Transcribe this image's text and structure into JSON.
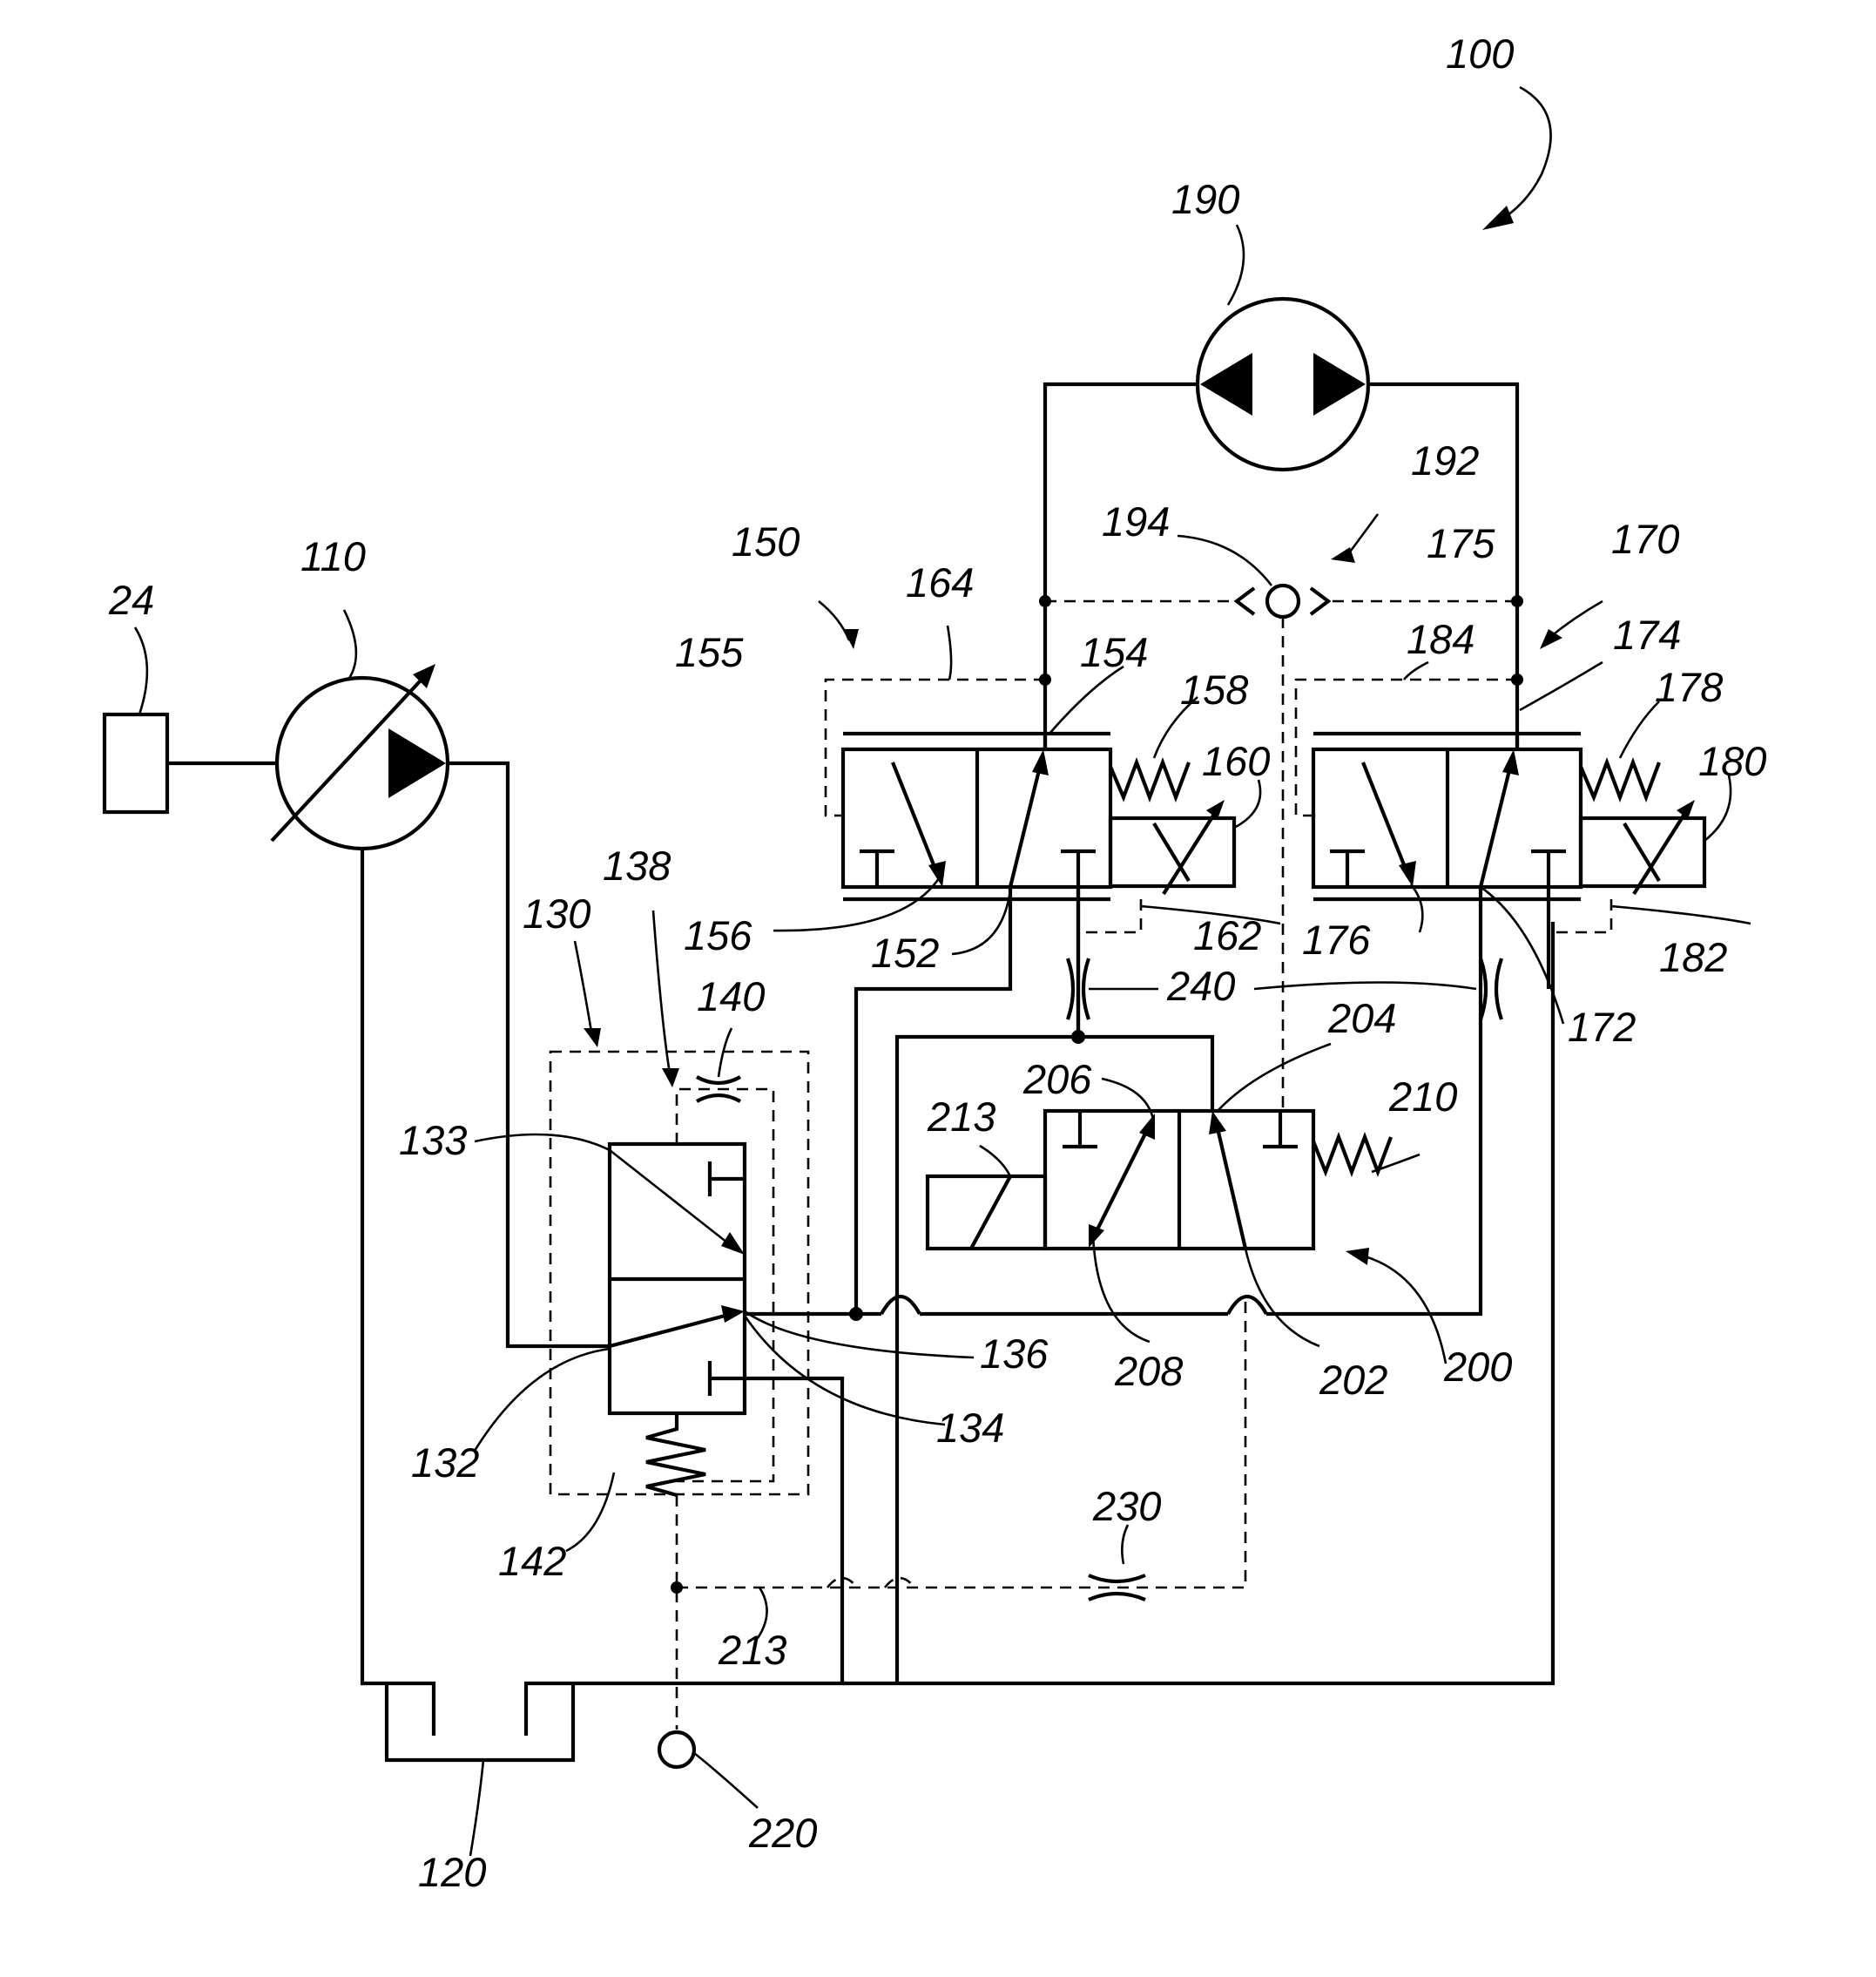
{
  "figure_ref": "100",
  "components": {
    "prime_mover": "24",
    "pump": "110",
    "tank": "120",
    "pressure_valve": "130",
    "pressure_valve_ports": [
      "132",
      "133",
      "134",
      "136"
    ],
    "pilot_line_138": "138",
    "orifice_140": "140",
    "spring_142": "142",
    "valve_150": "150",
    "valve_150_parts": [
      "152",
      "154",
      "155",
      "156",
      "158",
      "160",
      "162",
      "164"
    ],
    "valve_170": "170",
    "valve_170_parts": [
      "172",
      "174",
      "175",
      "176",
      "178",
      "180",
      "182",
      "184"
    ],
    "motor": "190",
    "shuttle": "192",
    "shuttle_ball": "194",
    "valve_200": "200",
    "valve_200_parts": [
      "202",
      "204",
      "206",
      "208",
      "210",
      "213"
    ],
    "pilot_line_213": "213",
    "port_220": "220",
    "orifice_230": "230",
    "orifices_240": "240"
  }
}
